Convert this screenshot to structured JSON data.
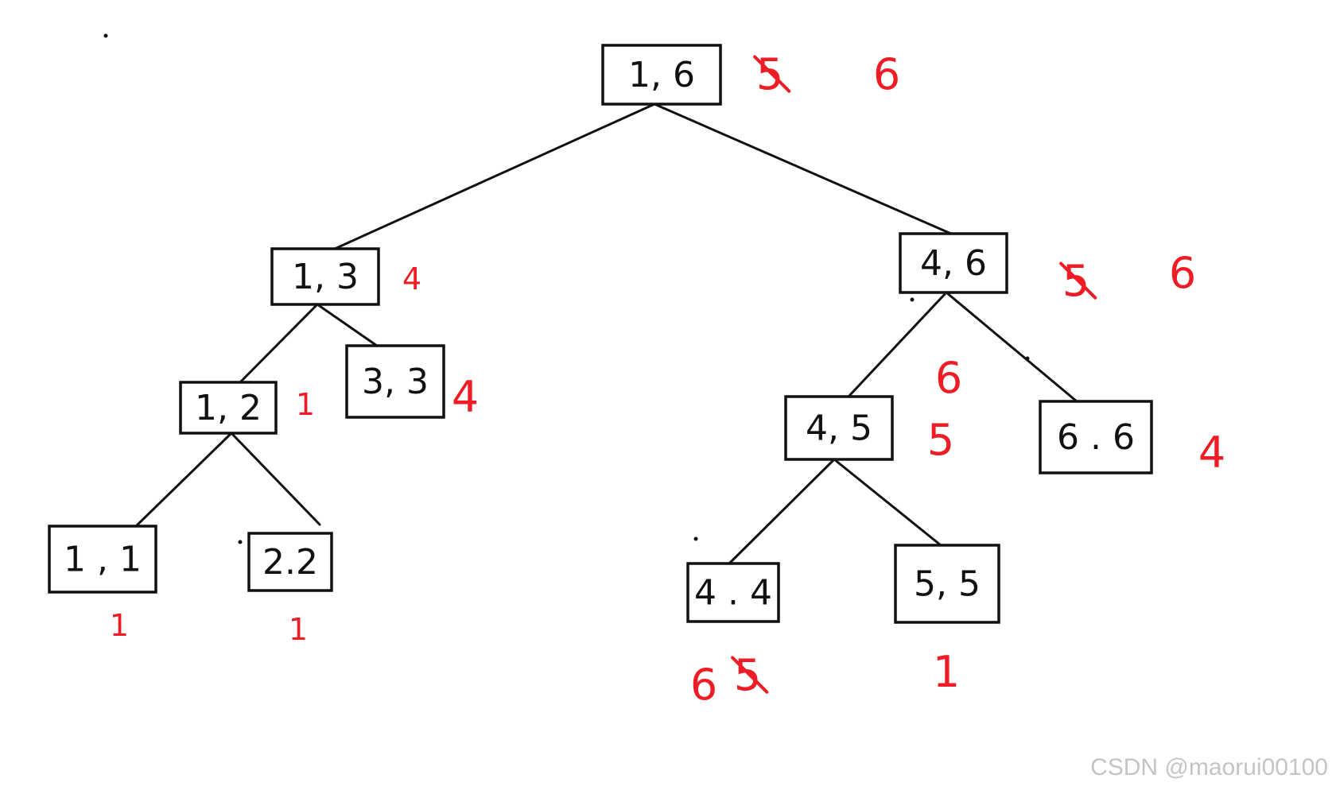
{
  "colors": {
    "background": "#ffffff",
    "ink": "#111111",
    "annotation": "#ee1c24",
    "watermark": "#c4c4c4"
  },
  "nodes": [
    {
      "id": "n16",
      "label": "1, 6"
    },
    {
      "id": "n13",
      "label": "1, 3"
    },
    {
      "id": "n46",
      "label": "4, 6"
    },
    {
      "id": "n12",
      "label": "1, 2"
    },
    {
      "id": "n33",
      "label": "3, 3"
    },
    {
      "id": "n45",
      "label": "4, 5"
    },
    {
      "id": "n66",
      "label": "6 . 6"
    },
    {
      "id": "n11",
      "label": "1 , 1"
    },
    {
      "id": "n22",
      "label": "2.2"
    },
    {
      "id": "n44",
      "label": "4 . 4"
    },
    {
      "id": "n55",
      "label": "5, 5"
    }
  ],
  "edges": [
    {
      "from": "n16",
      "to": "n13"
    },
    {
      "from": "n16",
      "to": "n46"
    },
    {
      "from": "n13",
      "to": "n12"
    },
    {
      "from": "n13",
      "to": "n33"
    },
    {
      "from": "n12",
      "to": "n11"
    },
    {
      "from": "n12",
      "to": "n22"
    },
    {
      "from": "n46",
      "to": "n45"
    },
    {
      "from": "n46",
      "to": "n66"
    },
    {
      "from": "n45",
      "to": "n44"
    },
    {
      "from": "n45",
      "to": "n55"
    }
  ],
  "annotations": [
    {
      "id": "a16-old",
      "text": "5",
      "struck": true
    },
    {
      "id": "a16-new",
      "text": "6",
      "struck": false
    },
    {
      "id": "a13",
      "text": "4",
      "struck": false
    },
    {
      "id": "a46-old",
      "text": "5",
      "struck": true
    },
    {
      "id": "a46-new",
      "text": "6",
      "struck": false
    },
    {
      "id": "a12",
      "text": "1",
      "struck": false
    },
    {
      "id": "a33",
      "text": "4",
      "struck": false
    },
    {
      "id": "a45-above",
      "text": "6",
      "struck": false
    },
    {
      "id": "a45",
      "text": "5",
      "struck": false
    },
    {
      "id": "a66",
      "text": "4",
      "struck": false
    },
    {
      "id": "a11",
      "text": "1",
      "struck": false
    },
    {
      "id": "a22",
      "text": "1",
      "struck": false
    },
    {
      "id": "a44-new",
      "text": "6",
      "struck": false
    },
    {
      "id": "a44-old",
      "text": "5",
      "struck": true
    },
    {
      "id": "a55",
      "text": "1",
      "struck": false
    }
  ],
  "watermark": "CSDN @maorui00100"
}
